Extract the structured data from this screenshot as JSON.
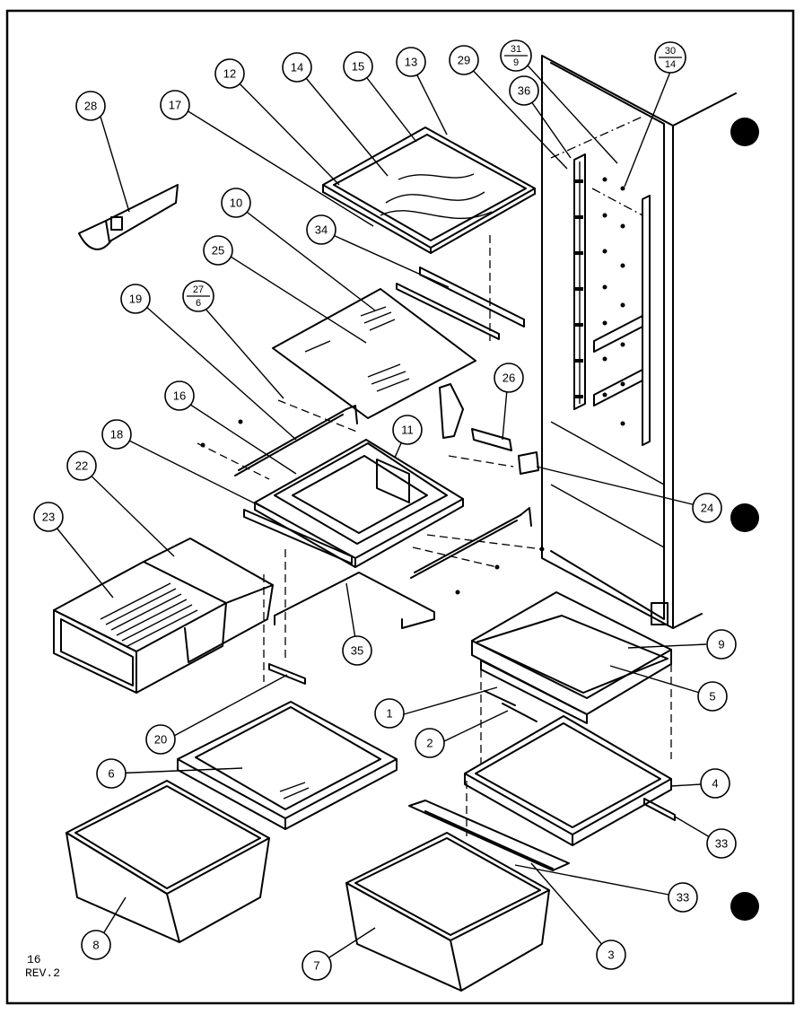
{
  "parts": {
    "p1": "1",
    "p2": "2",
    "p3": "3",
    "p4": "4",
    "p5": "5",
    "p6": "6",
    "p7": "7",
    "p8": "8",
    "p9": "9",
    "p10": "10",
    "p11": "11",
    "p12": "12",
    "p13": "13",
    "p14": "14",
    "p15": "15",
    "p16": "16",
    "p17": "17",
    "p18": "18",
    "p19": "19",
    "p20": "20",
    "p22": "22",
    "p23": "23",
    "p24": "24",
    "p25": "25",
    "p26": "26",
    "p28": "28",
    "p29": "29",
    "p33a": "33",
    "p33b": "33",
    "p34": "34",
    "p35": "35",
    "p36": "36",
    "p27": {
      "top": "27",
      "bottom": "6"
    },
    "p31": {
      "top": "31",
      "bottom": "9"
    },
    "p30": {
      "top": "30",
      "bottom": "14"
    }
  },
  "footer": {
    "line1": "16",
    "line2": "REV.2"
  }
}
